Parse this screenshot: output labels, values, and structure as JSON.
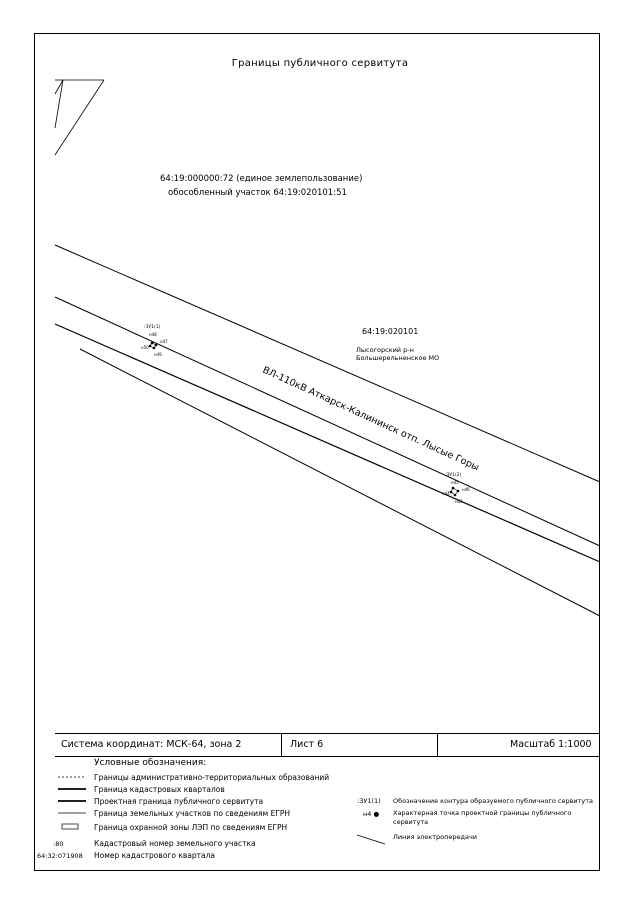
{
  "title": "Границы публичного сервитута",
  "map": {
    "parcel_label_line1": "64:19:000000:72 (единое землепользование)",
    "parcel_label_line2": "обособленный участок 64:19:020101:51",
    "quarter_number": "64:19:020101",
    "district_line1": "Лысогорский р-н",
    "district_line2": "Большерельненское МО",
    "line_label": "ВЛ-110кВ Аткарск-Калининск отп. Лысые Горы",
    "contour_label_a": ":ЗУ1(1)",
    "contour_label_b": ":ЗУ1(2)",
    "point_labels_a": [
      "н48",
      "н47",
      "н50",
      "н49"
    ],
    "point_labels_b": [
      "н45",
      "н46",
      "н44",
      "н43"
    ]
  },
  "stamp": {
    "coordinate_system": "Система координат: МСК-64, зона 2",
    "sheet": "Лист 6",
    "scale": "Масштаб 1:1000"
  },
  "legend": {
    "heading": "Условные обозначения:",
    "left_items": [
      {
        "label": "Границы административно-территориальных образований",
        "style": "dash"
      },
      {
        "label": "Граница кадастровых кварталов",
        "style": "thick"
      },
      {
        "label": "Проектная граница публичного сервитута",
        "style": "thick"
      },
      {
        "label": "Граница земельных участков по сведениям ЕГРН",
        "style": "thin"
      },
      {
        "label": "Граница охранной зоны ЛЭП по сведениям ЕГРН",
        "style": "box"
      }
    ],
    "parcel_number_sample": ":80",
    "parcel_number_label": "Кадастровый номер земельного участка",
    "quarter_number_sample": "64:32:071908",
    "quarter_number_label": "Номер кадастрового квартала",
    "right_items": [
      {
        "sample": ":ЗУ1(1)",
        "label": "Обозначение контура образуемого публичного сервитута"
      },
      {
        "sample": "н4 ●",
        "label": "Характерная точка проектной границы публичного сервитута"
      },
      {
        "sample": "",
        "label": "Линия электропередачи"
      }
    ]
  }
}
